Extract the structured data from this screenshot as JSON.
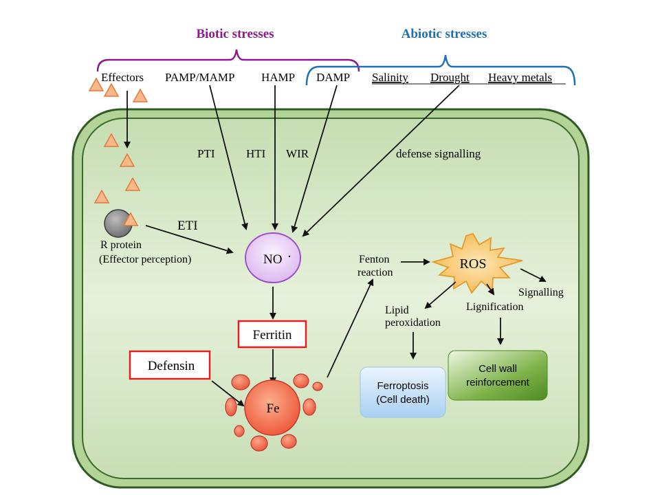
{
  "headers": {
    "biotic": "Biotic stresses",
    "abiotic": "Abiotic stresses"
  },
  "stressors": {
    "effectors": "Effectors",
    "pamp_mamp": "PAMP/MAMP",
    "hamp": "HAMP",
    "damp": "DAMP",
    "salinity": "Salinity",
    "drought": "Drought",
    "heavy_metals": "Heavy metals"
  },
  "pathways": {
    "pti": "PTI",
    "hti": "HTI",
    "wir": "WIR",
    "defense_signalling": "defense signalling",
    "eti": "ETI"
  },
  "r_protein": {
    "line1": "R  protein",
    "line2": "(Effector perception)"
  },
  "nodes": {
    "no": "NO",
    "ferritin": "Ferritin",
    "defensin": "Defensin",
    "fe": "Fe",
    "ros": "ROS"
  },
  "ros_effects": {
    "fenton_line1": "Fenton",
    "fenton_line2": "reaction",
    "signalling": "Signalling",
    "lipid_line1": "Lipid",
    "lipid_line2": "peroxidation",
    "lignification": "Lignification"
  },
  "outcomes": {
    "ferroptosis_line1": "Ferroptosis",
    "ferroptosis_line2": "(Cell death)",
    "cellwall_line1": "Cell wall",
    "cellwall_line2": "reinforcement"
  },
  "colors": {
    "biotic": "#8b1a8b",
    "abiotic": "#1f6fb5",
    "cell_fill": "#d9ebc8",
    "cell_border": "#3b6b2a",
    "effector_fill": "#f7b88a",
    "effector_stroke": "#e07a3c",
    "no_fill": "#ead2f5",
    "no_stroke": "#9b4fc4",
    "box_border": "#e02020",
    "iron": "#f0654a",
    "ros_fill": "#f7c56a",
    "ferroptosis_fill": "#cfe6fa",
    "cellwall_fill": "#6fa53c"
  },
  "icons": {
    "effector": "triangle",
    "r_protein": "grey-sphere",
    "ros": "starburst"
  }
}
